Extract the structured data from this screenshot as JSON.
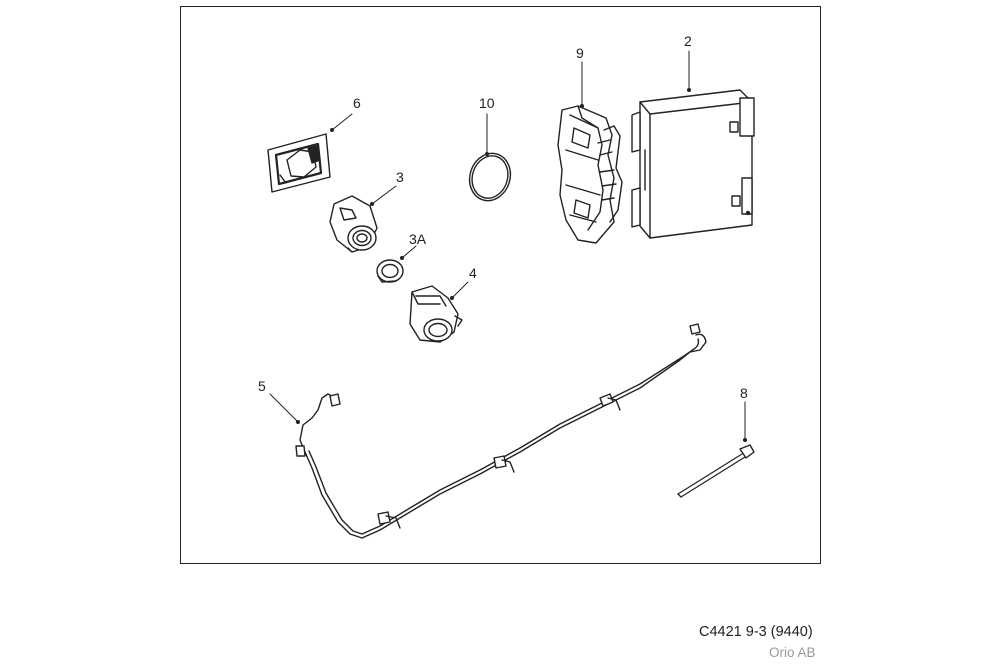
{
  "callouts": {
    "c2": "2",
    "c3": "3",
    "c3a": "3A",
    "c4": "4",
    "c5": "5",
    "c6": "6",
    "c8": "8",
    "c9": "9",
    "c10": "10"
  },
  "footer": {
    "code": "C4421 9-3 (9440)",
    "brand": "Orio AB"
  }
}
